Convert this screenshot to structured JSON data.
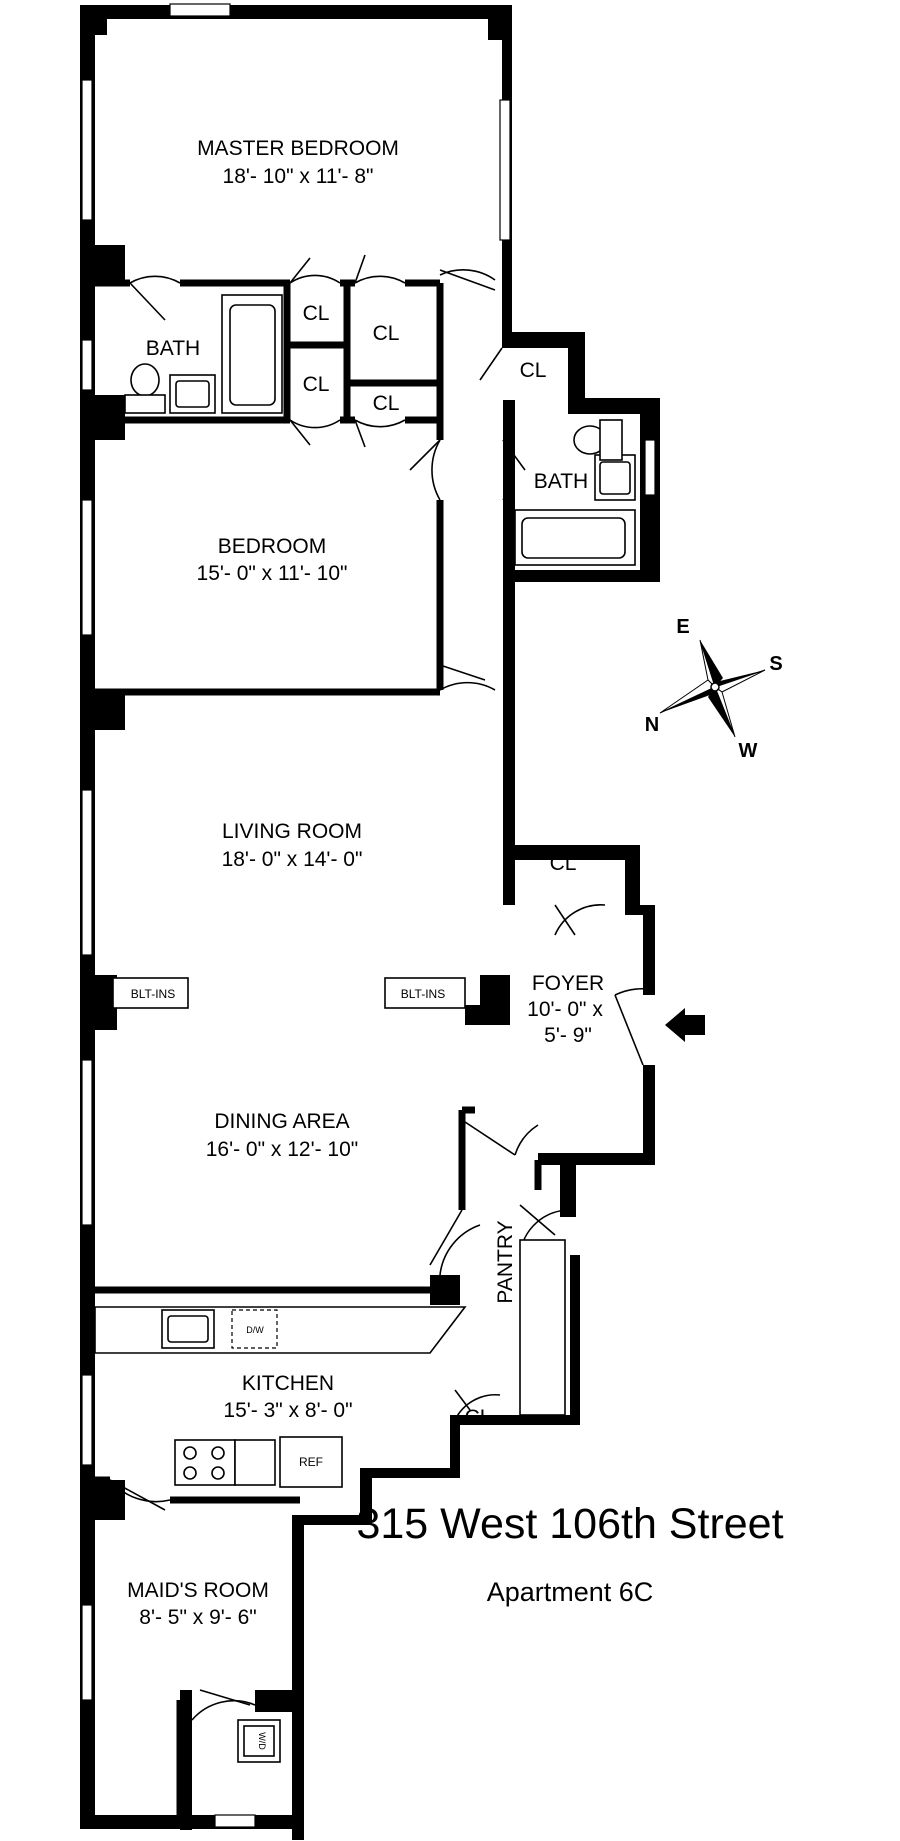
{
  "listing": {
    "address": "315 West 106th Street",
    "apartment": "Apartment 6C"
  },
  "rooms": {
    "master_bedroom": {
      "name": "MASTER BEDROOM",
      "size": "18'- 10\" x 11'- 8\""
    },
    "bath_1": {
      "name": "BATH"
    },
    "bath_2": {
      "name": "BATH"
    },
    "bedroom": {
      "name": "BEDROOM",
      "size": "15'- 0\" x 11'- 10\""
    },
    "living_room": {
      "name": "LIVING ROOM",
      "size": "18'- 0\" x 14'- 0\""
    },
    "foyer": {
      "name": "FOYER",
      "size_line1": "10'- 0\" x",
      "size_line2": "5'- 9\""
    },
    "dining_area": {
      "name": "DINING AREA",
      "size": "16'- 0\" x 12'- 10\""
    },
    "pantry": {
      "name": "PANTRY"
    },
    "kitchen": {
      "name": "KITCHEN",
      "size": "15'- 3\" x 8'- 0\""
    },
    "maids_room": {
      "name": "MAID'S ROOM",
      "size": "8'- 5\" x 9'- 6\""
    }
  },
  "closets": {
    "cl_a": "CL",
    "cl_b": "CL",
    "cl_c": "CL",
    "cl_d": "CL",
    "cl_hall": "CL",
    "cl_foyer": "CL",
    "cl_kitchen": "CL"
  },
  "fixtures": {
    "builtins_left": "BLT-INS",
    "builtins_right": "BLT-INS",
    "dishwasher": "D/W",
    "refrigerator": "REF",
    "washer_dryer": "W/D"
  },
  "compass": {
    "east": "E",
    "south": "S",
    "north": "N",
    "west": "W"
  }
}
